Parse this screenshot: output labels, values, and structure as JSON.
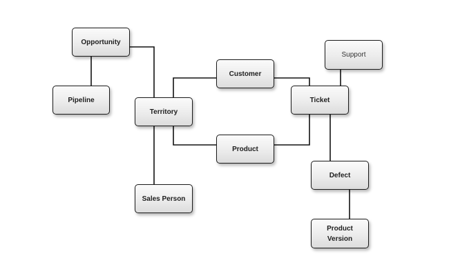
{
  "diagram": {
    "nodes": {
      "opportunity": "Opportunity",
      "pipeline": "Pipeline",
      "territory": "Territory",
      "sales_person": "Sales Person",
      "customer": "Customer",
      "product": "Product",
      "ticket": "Ticket",
      "support": "Support",
      "defect": "Defect",
      "product_version": "Product\nVersion"
    },
    "edges": [
      [
        "opportunity",
        "pipeline"
      ],
      [
        "opportunity",
        "territory"
      ],
      [
        "territory",
        "sales_person"
      ],
      [
        "territory",
        "customer"
      ],
      [
        "territory",
        "product"
      ],
      [
        "customer",
        "ticket"
      ],
      [
        "product",
        "ticket"
      ],
      [
        "ticket",
        "support"
      ],
      [
        "ticket",
        "defect"
      ],
      [
        "defect",
        "product_version"
      ]
    ]
  }
}
